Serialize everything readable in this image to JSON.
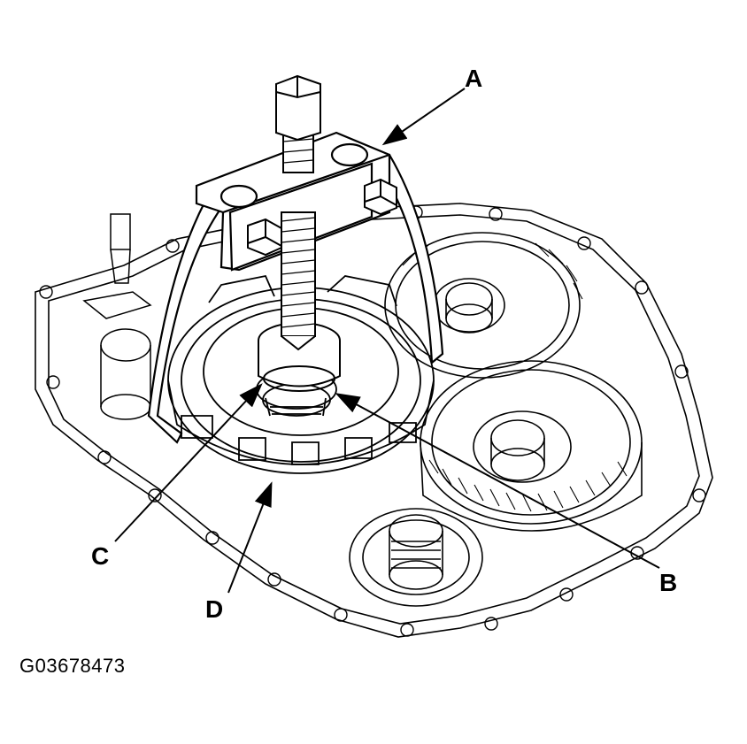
{
  "diagram": {
    "callouts": [
      {
        "id": "A",
        "label": "A"
      },
      {
        "id": "B",
        "label": "B"
      },
      {
        "id": "C",
        "label": "C"
      },
      {
        "id": "D",
        "label": "D"
      }
    ],
    "figure_id": "G03678473"
  }
}
